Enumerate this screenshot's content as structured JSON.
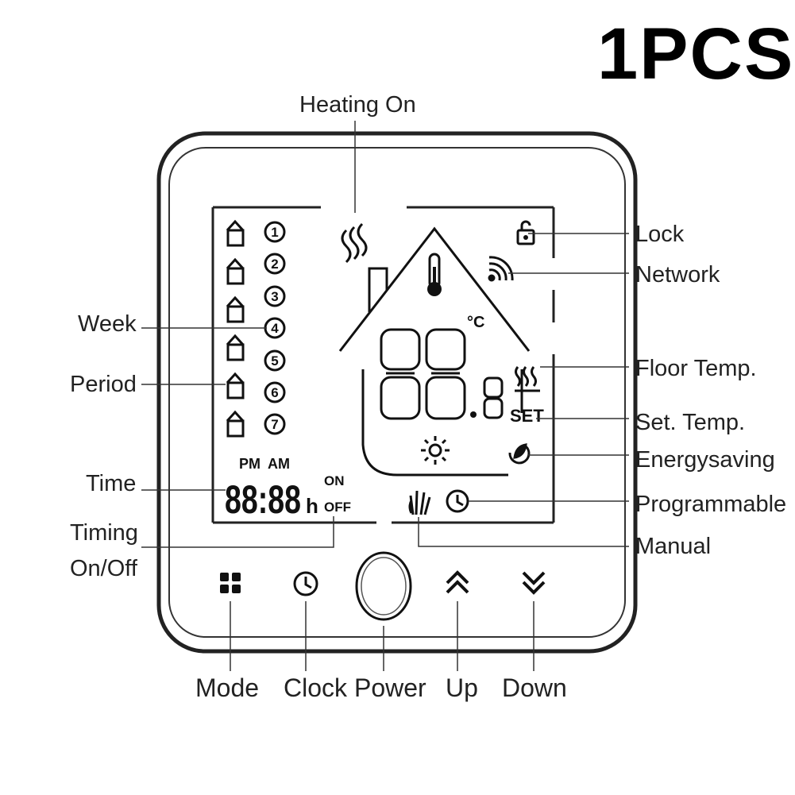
{
  "badge": "1PCS",
  "labels": {
    "heating_on": "Heating On",
    "lock": "Lock",
    "network": "Network",
    "week": "Week",
    "period": "Period",
    "floor_temp": "Floor Temp.",
    "set_temp": "Set. Temp.",
    "energysaving": "Energysaving",
    "time": "Time",
    "programmable": "Programmable",
    "timing_line1": "Timing",
    "timing_line2": "On/Off",
    "manual": "Manual"
  },
  "buttons": {
    "mode": "Mode",
    "clock": "Clock",
    "power": "Power",
    "up": "Up",
    "down": "Down"
  },
  "display": {
    "week_days": [
      "1",
      "2",
      "3",
      "4",
      "5",
      "6",
      "7"
    ],
    "pm": "PM",
    "am": "AM",
    "on": "ON",
    "off": "OFF",
    "time_digits": "88:88",
    "hour_unit": "h",
    "temp_digits": "88",
    "temp_decimal": "8",
    "set_text": "SET",
    "celsius": "°C"
  },
  "icons": {
    "heating": "heating-waves-icon",
    "lock": "lock-icon",
    "network": "wifi-signal-icon",
    "thermometer": "thermometer-icon",
    "floor": "floor-heat-icon",
    "energy": "leaf-icon",
    "sun": "sun-icon",
    "manual": "hand-icon",
    "programmable": "clock-icon",
    "mode": "grid-icon",
    "clock_btn": "clock-icon",
    "up": "double-chevron-up-icon",
    "down": "double-chevron-down-icon"
  }
}
